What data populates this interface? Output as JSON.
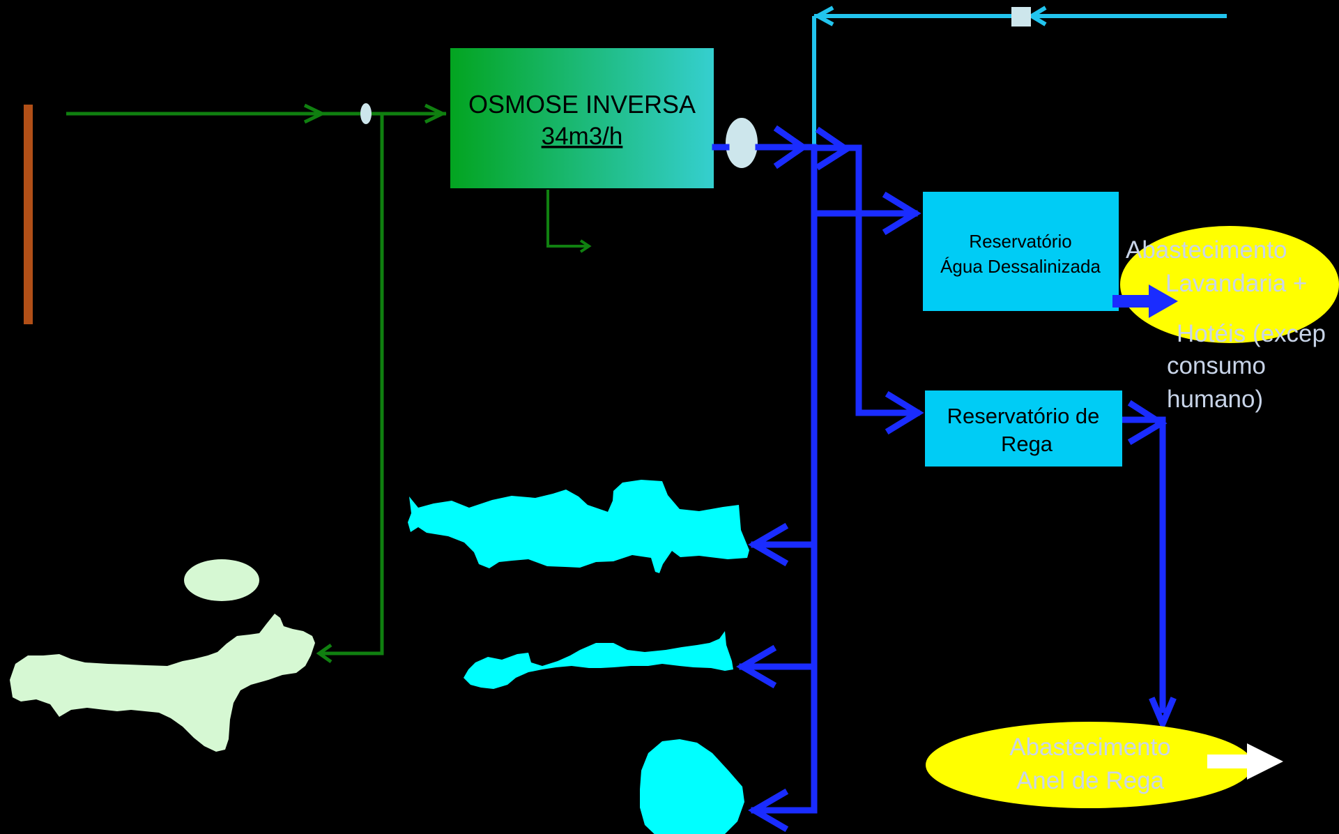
{
  "osmose": {
    "title": "OSMOSE INVERSA",
    "capacity": "34m3/h"
  },
  "reservoir_desal": {
    "line1": "Reservatório",
    "line2": "Água Dessalinizada"
  },
  "reservoir_rega": {
    "line1": "Reservatório de",
    "line2": "Rega"
  },
  "supply_lavandaria": {
    "line1": "Abastecimento",
    "line2": "Lavandaria +",
    "line3": "Hotéis (excep",
    "line4": "consumo",
    "line5": "humano)"
  },
  "supply_rega": {
    "line1": "Abastecimento",
    "line2": "Anel de Rega"
  },
  "colors": {
    "background": "#000000",
    "green_pipe": "#108010",
    "blue_pipe": "#1a2cff",
    "light_blue_pipe": "#22c4ee",
    "reservoir_fill": "#00ccf5",
    "supply_fill": "#ffff00",
    "supply_text": "#c8d4e8",
    "osmose_gradient_start": "#03a420",
    "osmose_gradient_end": "#35cfcf",
    "brown_bar": "#b14f17",
    "island_cyan": "#00ffff",
    "island_pale_green": "#d6f8d3"
  }
}
